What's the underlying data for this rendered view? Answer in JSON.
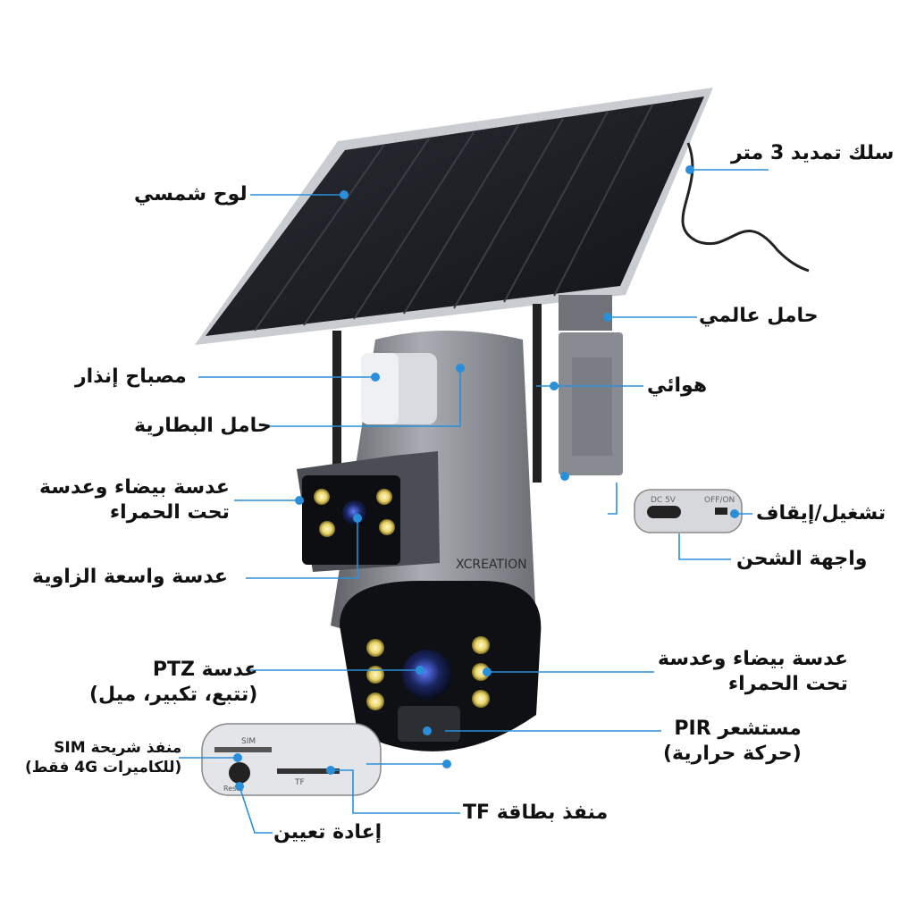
{
  "labels": {
    "solar_panel": "لوح شمسي",
    "extension_cable": "سلك تمديد 3 متر",
    "universal_mount": "حامل عالمي",
    "alarm_light": "مصباح إنذار",
    "antenna": "هوائي",
    "battery_holder": "حامل البطارية",
    "power_switch": "تشغيل/إيقاف",
    "upper_lens_line1": "عدسة بيضاء وعدسة",
    "upper_lens_line2": "تحت الحمراء",
    "charging_port": "واجهة الشحن",
    "wide_angle_lens": "عدسة واسعة الزاوية",
    "lower_lens_line1": "عدسة بيضاء وعدسة",
    "lower_lens_line2": "تحت الحمراء",
    "ptz_lens_line1": "عدسة PTZ",
    "ptz_lens_line2": "(تتبع، تكبير، ميل)",
    "pir_line1": "مستشعر PIR",
    "pir_line2": "(حركة حرارية)",
    "sim_line1": "منفذ شريحة SIM",
    "sim_line2": "(للكاميرات 4G فقط)",
    "tf_port": "منفذ بطاقة TF",
    "reset": "إعادة تعيين"
  },
  "product": {
    "brand": "XCREATION",
    "port_text_dc": "DC 5V",
    "port_text_switch": "OFF/ON",
    "slot_text_sim": "SIM",
    "slot_text_tf": "TF",
    "slot_text_reset": "Reset"
  },
  "colors": {
    "accent": "#2a8fd8",
    "label_text": "#111111",
    "camera_body": "#8a8d93",
    "solar_panel": "#1b1d22"
  }
}
